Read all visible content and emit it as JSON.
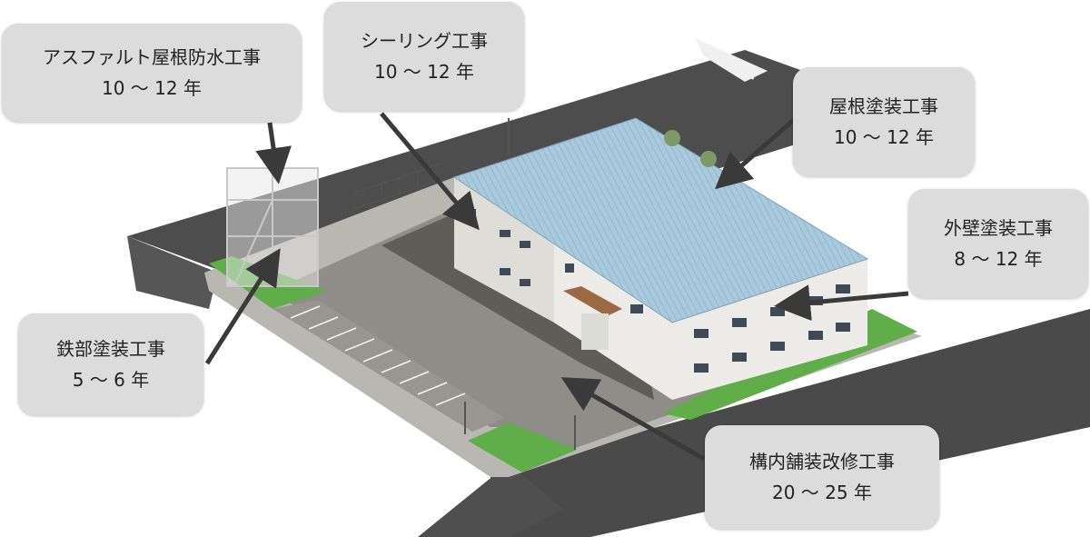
{
  "callouts": {
    "asphalt_roof": {
      "title": "アスファルト屋根防水工事",
      "years": "10 〜 12 年"
    },
    "sealing": {
      "title": "シーリング工事",
      "years": "10 〜 12 年"
    },
    "roof_paint": {
      "title": "屋根塗装工事",
      "years": "10 〜 12 年"
    },
    "wall_paint": {
      "title": "外壁塗装工事",
      "years": "8 〜 12 年"
    },
    "steel_paint": {
      "title": "鉄部塗装工事",
      "years": "5 〜 6 年"
    },
    "pavement": {
      "title": "構内舗装改修工事",
      "years": "20 〜 25 年"
    }
  },
  "colors": {
    "callout_bg": "#dcdcdc",
    "arrow": "#3a3a3a",
    "road": "#4a4a4a",
    "lot": "#8e8c86",
    "grass": "#5fae4a",
    "roof": "#9fc2d8",
    "wall": "#e6e6e2"
  }
}
